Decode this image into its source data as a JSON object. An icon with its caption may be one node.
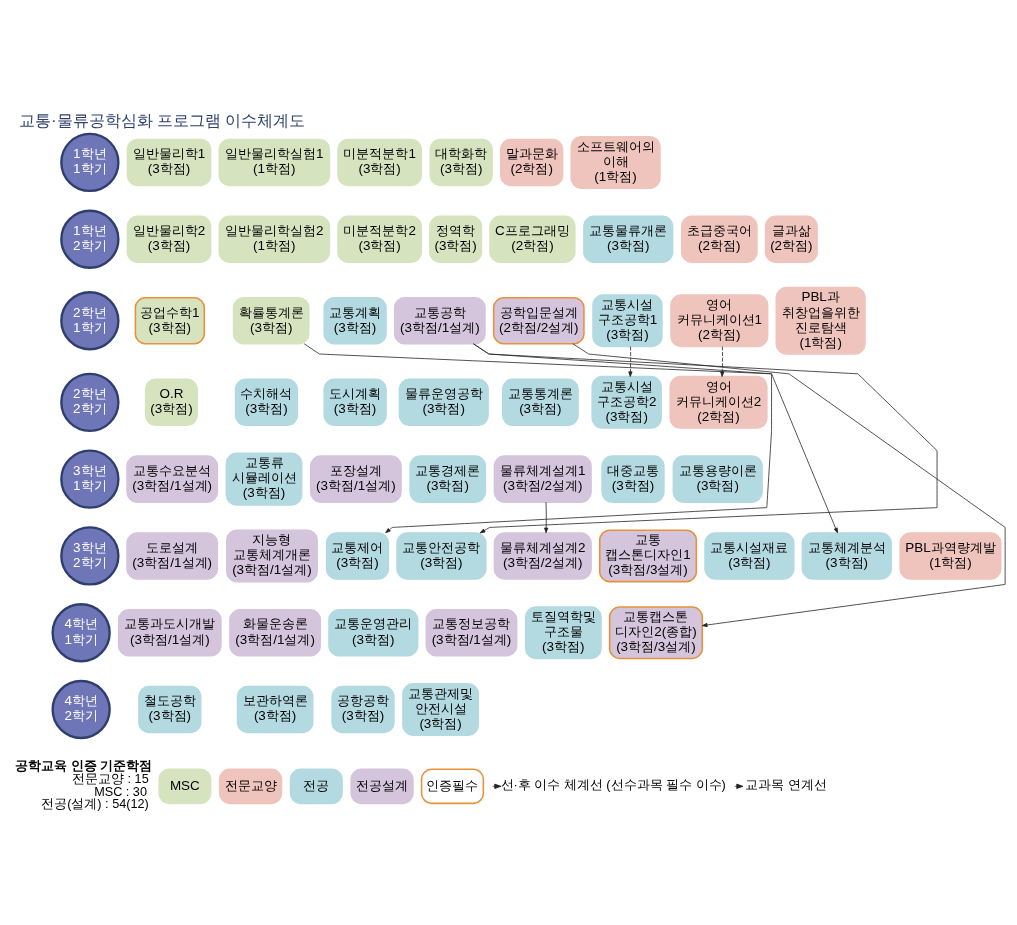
{
  "diagram": {
    "title": "교통·물류공학심화 프로그램 이수체계도",
    "nodes": [
      {
        "text": [
          "1학년 1학기"
        ]
      },
      {
        "text": [
          "일반물리학1",
          "(3학점)"
        ]
      },
      {
        "text": [
          "일반물리학실험1",
          "(1학점)"
        ]
      },
      {
        "text": [
          "미분적분학1",
          "(3학점)"
        ]
      },
      {
        "text": [
          "대학화학",
          "(3학점)"
        ]
      },
      {
        "text": [
          "말과문화",
          "(2학점)"
        ]
      },
      {
        "text": [
          "소프트웨어의 이해",
          "(1학점)"
        ]
      },
      {
        "text": [
          "1학년 2학기"
        ]
      },
      {
        "text": [
          "일반물리학2",
          "(3학점)"
        ]
      },
      {
        "text": [
          "일반물리학실험2",
          "(1학점)"
        ]
      },
      {
        "text": [
          "미분적분학2",
          "(3학점)"
        ]
      },
      {
        "text": [
          "정역학",
          "(3학점)"
        ]
      },
      {
        "text": [
          "C프로그래밍",
          "(2학점)"
        ]
      },
      {
        "text": [
          "교통물류개론",
          "(3학점)"
        ]
      },
      {
        "text": [
          "초급중국어",
          "(2학점)"
        ]
      },
      {
        "text": [
          "글과삶",
          "(2학점)"
        ]
      },
      {
        "text": [
          "2학년 1학기"
        ]
      },
      {
        "text": [
          "공업수학1",
          "(3학점)"
        ]
      },
      {
        "text": [
          "확률통계론",
          "(3학점)"
        ]
      },
      {
        "text": [
          "교통계획",
          "(3학점)"
        ]
      },
      {
        "text": [
          "교통공학",
          "(3학점/1설계)"
        ]
      },
      {
        "text": [
          "공학입문설계",
          "(2학점/2설계)"
        ]
      },
      {
        "text": [
          "교통시설 구조공학1",
          "(3학점)"
        ]
      },
      {
        "text": [
          "영어 커뮤니케이션1",
          "(2학점)"
        ]
      },
      {
        "text": [
          "PBL과 취창업을위한 진로탐색",
          "(1학점)"
        ]
      },
      {
        "text": [
          "2학년 2학기"
        ]
      },
      {
        "text": [
          "O.R",
          "(3학점)"
        ]
      },
      {
        "text": [
          "수치해석",
          "(3학점)"
        ]
      },
      {
        "text": [
          "도시계획",
          "(3학점)"
        ]
      },
      {
        "text": [
          "물류운영공학",
          "(3학점)"
        ]
      },
      {
        "text": [
          "교통통계론",
          "(3학점)"
        ]
      },
      {
        "text": [
          "교통시설 구조공학2",
          "(3학점)"
        ]
      },
      {
        "text": [
          "영어 커뮤니케이션2",
          "(2학점)"
        ]
      },
      {
        "text": [
          "3학년 1학기"
        ]
      },
      {
        "text": [
          "교통수요분석",
          "(3학점/1설계)"
        ]
      },
      {
        "text": [
          "교통류 시뮬레이션",
          "(3학점)"
        ]
      },
      {
        "text": [
          "포장설계",
          "(3학점/1설계)"
        ]
      },
      {
        "text": [
          "교통경제론",
          "(3학점)"
        ]
      },
      {
        "text": [
          "물류체계설계1",
          "(3학점/2설계)"
        ]
      },
      {
        "text": [
          "대중교통",
          "(3학점)"
        ]
      },
      {
        "text": [
          "교통용량이론",
          "(3학점)"
        ]
      },
      {
        "text": [
          "3학년 2학기"
        ]
      },
      {
        "text": [
          "도로설계",
          "(3학점/1설계)"
        ]
      },
      {
        "text": [
          "지능형 교통체계개론",
          "(3학점/1설계)"
        ]
      },
      {
        "text": [
          "교통제어",
          "(3학점)"
        ]
      },
      {
        "text": [
          "교통안전공학",
          "(3학점)"
        ]
      },
      {
        "text": [
          "물류체계설계2",
          "(3학점/2설계)"
        ]
      },
      {
        "text": [
          "교통 캡스톤디자인1",
          "(3학점/3설계)"
        ]
      },
      {
        "text": [
          "교통시설재료",
          "(3학점)"
        ]
      },
      {
        "text": [
          "교통체계분석",
          "(3학점)"
        ]
      },
      {
        "text": [
          "PBL과역량계발",
          "(1학점)"
        ]
      },
      {
        "text": [
          "4학년 1학기"
        ]
      },
      {
        "text": [
          "교통과도시개발",
          "(3학점/1설계)"
        ]
      },
      {
        "text": [
          "화물운송론",
          "(3학점/1설계)"
        ]
      },
      {
        "text": [
          "교통운영관리",
          "(3학점)"
        ]
      },
      {
        "text": [
          "교통정보공학",
          "(3학점/1설계)"
        ]
      },
      {
        "text": [
          "토질역학및 구조물",
          "(3학점)"
        ]
      },
      {
        "text": [
          "교통캡스톤 디자인2(종합)",
          "(3학점/3설계)"
        ]
      },
      {
        "text": [
          "4학년 2학기"
        ]
      },
      {
        "text": [
          "철도공학",
          "(3학점)"
        ]
      },
      {
        "text": [
          "보관하역론",
          "(3학점)"
        ]
      },
      {
        "text": [
          "공항공학",
          "(3학점)"
        ]
      },
      {
        "text": [
          "교통관제및 안전시설",
          "(3학점)"
        ]
      }
    ],
    "edges": [
      {
        "from": 18,
        "to": 49,
        "arrow": "to"
      },
      {
        "from": 20,
        "to": 44,
        "arrow": "to"
      },
      {
        "from": 20,
        "to": 45,
        "arrow": "to"
      },
      {
        "from": 21,
        "to": 57,
        "arrow": "to"
      },
      {
        "from": 22,
        "to": 31,
        "arrow": "to",
        "style": "dashed"
      },
      {
        "from": 23,
        "to": 32,
        "arrow": "to",
        "style": "dashed"
      },
      {
        "from": 38,
        "to": 46,
        "arrow": "to"
      }
    ],
    "labels": [
      "공학교육 인증 기준학점",
      "전문교양 : 15",
      "MSC : 30",
      "전공(설계) : 54(12)"
    ],
    "legend": [
      {
        "text": "MSC",
        "color": "#d6e3bf"
      },
      {
        "text": "전문교양",
        "color": "#efc4bd"
      },
      {
        "text": "전공",
        "color": "#b3d9e1"
      },
      {
        "text": "전공설계",
        "color": "#d4c4dc"
      },
      {
        "text": "인증필수"
      },
      {
        "text": "선·후 이수 체계선 (선수과목 필수 이수)"
      },
      {
        "text": "교과목 연계선"
      }
    ]
  }
}
